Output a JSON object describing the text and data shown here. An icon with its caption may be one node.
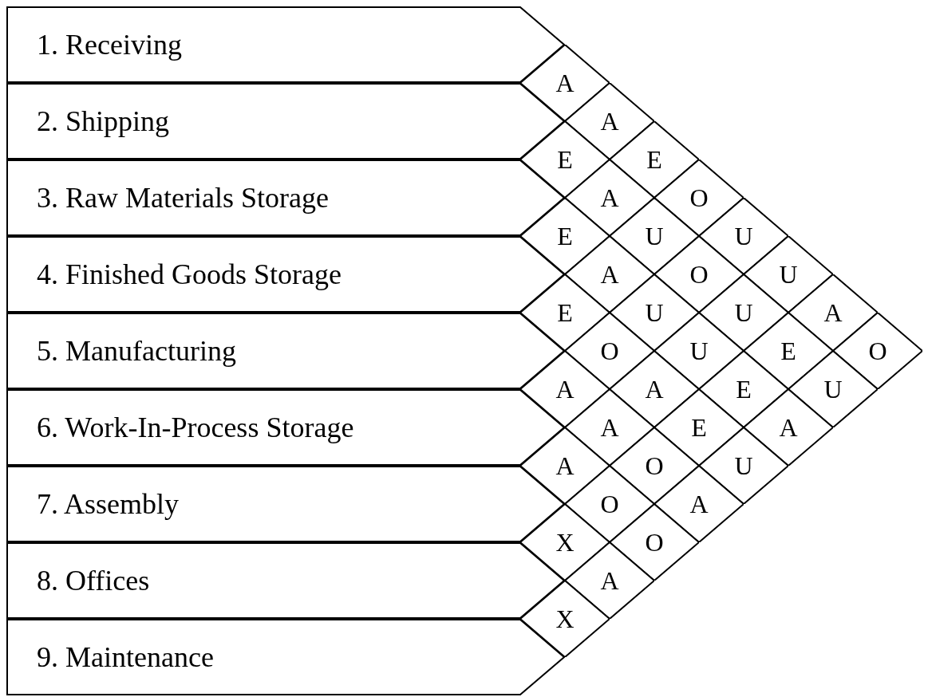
{
  "diagram": {
    "nodes": [
      {
        "text": [
          "1. Receiving"
        ]
      },
      {
        "text": [
          "2. Shipping"
        ]
      },
      {
        "text": [
          "3. Raw Materials Storage"
        ]
      },
      {
        "text": [
          "4. Finished Goods Storage"
        ]
      },
      {
        "text": [
          "5. Manufacturing"
        ]
      },
      {
        "text": [
          "6. Work-In-Process Storage"
        ]
      },
      {
        "text": [
          "7. Assembly"
        ]
      },
      {
        "text": [
          "8. Offices"
        ]
      },
      {
        "text": [
          "9. Maintenance"
        ]
      },
      {
        "text": [
          "A"
        ]
      },
      {
        "text": [
          "A"
        ]
      },
      {
        "text": [
          "E"
        ]
      },
      {
        "text": [
          "E"
        ]
      },
      {
        "text": [
          "A"
        ]
      },
      {
        "text": [
          "O"
        ]
      },
      {
        "text": [
          "E"
        ]
      },
      {
        "text": [
          "U"
        ]
      },
      {
        "text": [
          "U"
        ]
      },
      {
        "text": [
          "A"
        ]
      },
      {
        "text": [
          "O"
        ]
      },
      {
        "text": [
          "U"
        ]
      },
      {
        "text": [
          "E"
        ]
      },
      {
        "text": [
          "U"
        ]
      },
      {
        "text": [
          "U"
        ]
      },
      {
        "text": [
          "A"
        ]
      },
      {
        "text": [
          "O"
        ]
      },
      {
        "text": [
          "U"
        ]
      },
      {
        "text": [
          "E"
        ]
      },
      {
        "text": [
          "O"
        ]
      },
      {
        "text": [
          "A"
        ]
      },
      {
        "text": [
          "A"
        ]
      },
      {
        "text": [
          "E"
        ]
      },
      {
        "text": [
          "U"
        ]
      },
      {
        "text": [
          "A"
        ]
      },
      {
        "text": [
          "E"
        ]
      },
      {
        "text": [
          "A"
        ]
      },
      {
        "text": [
          "A"
        ]
      },
      {
        "text": [
          "O"
        ]
      },
      {
        "text": [
          "U"
        ]
      },
      {
        "text": [
          "O"
        ]
      },
      {
        "text": [
          "A"
        ]
      },
      {
        "text": [
          "X"
        ]
      },
      {
        "text": [
          "O"
        ]
      },
      {
        "text": [
          "A"
        ]
      },
      {
        "text": [
          "X"
        ]
      }
    ]
  }
}
